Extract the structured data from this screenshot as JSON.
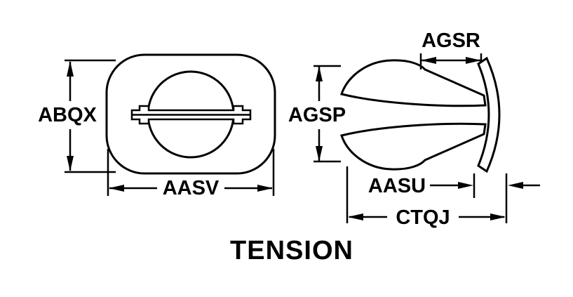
{
  "diagram": {
    "caption": "TENSION",
    "views": {
      "front": {
        "dim_height": "ABQX",
        "dim_width": "AASV"
      },
      "side": {
        "dim_height": "AGSP",
        "dim_head_depth": "AGSR",
        "dim_inner_width": "AASU",
        "dim_overall_width": "CTQJ"
      }
    },
    "colors": {
      "line": "#000000",
      "background": "#ffffff"
    }
  }
}
